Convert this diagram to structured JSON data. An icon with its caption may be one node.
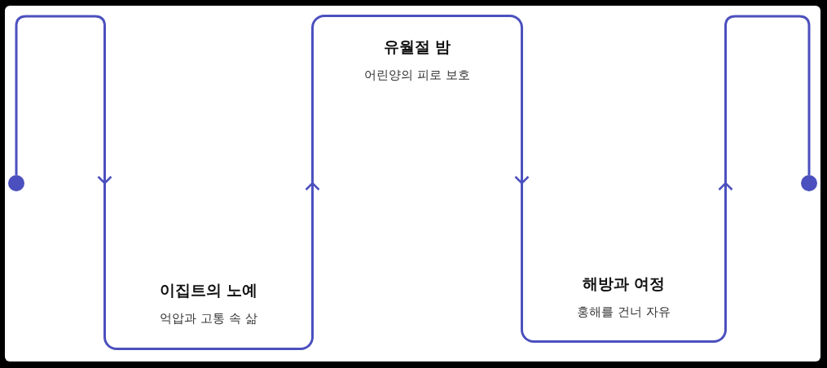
{
  "diagram": {
    "nodes": [
      {
        "text": [],
        "shape": "circle"
      },
      {
        "text": [
          "이집트의 노예",
          "억압과 고통 속 삶"
        ]
      },
      {
        "text": [
          "유월절 밤",
          "어린양의 피로 보호"
        ]
      },
      {
        "text": [
          "해방과 여정",
          "홍해를 건너 자유"
        ]
      },
      {
        "text": [],
        "shape": "circle"
      }
    ],
    "edges": [
      {
        "from": 0,
        "to": 1,
        "arrow": "to"
      },
      {
        "from": 1,
        "to": 2,
        "arrow": "to"
      },
      {
        "from": 2,
        "to": 3,
        "arrow": "to"
      },
      {
        "from": 3,
        "to": 4,
        "arrow": "to"
      }
    ]
  }
}
